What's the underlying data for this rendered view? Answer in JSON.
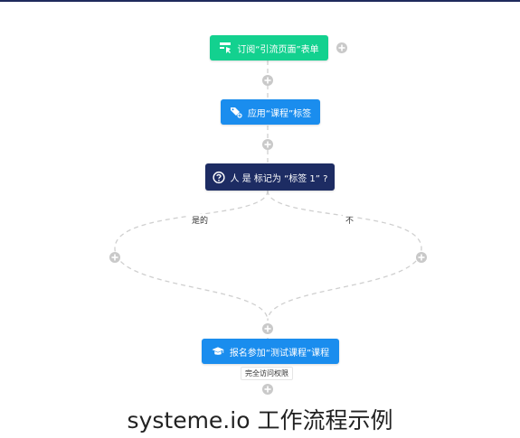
{
  "colors": {
    "green": "#13d18f",
    "blue": "#1a8dee",
    "navy": "#1d2c63",
    "connector": "#cfcfcf"
  },
  "nodes": {
    "subscribe": {
      "label": "订阅“引流页面”表单",
      "icon": "form-icon"
    },
    "apply_tag": {
      "label": "应用“课程”标签",
      "icon": "tag-icon"
    },
    "condition": {
      "label": "人 是 标记为 “标签 1” ?",
      "icon": "question-icon"
    },
    "enroll": {
      "label": "报名参加“测试课程”课程",
      "icon": "graduation-cap-icon"
    }
  },
  "branches": {
    "yes": "是的",
    "no": "不"
  },
  "enroll_badge": "完全访问权限",
  "caption": "systeme.io 工作流程示例"
}
